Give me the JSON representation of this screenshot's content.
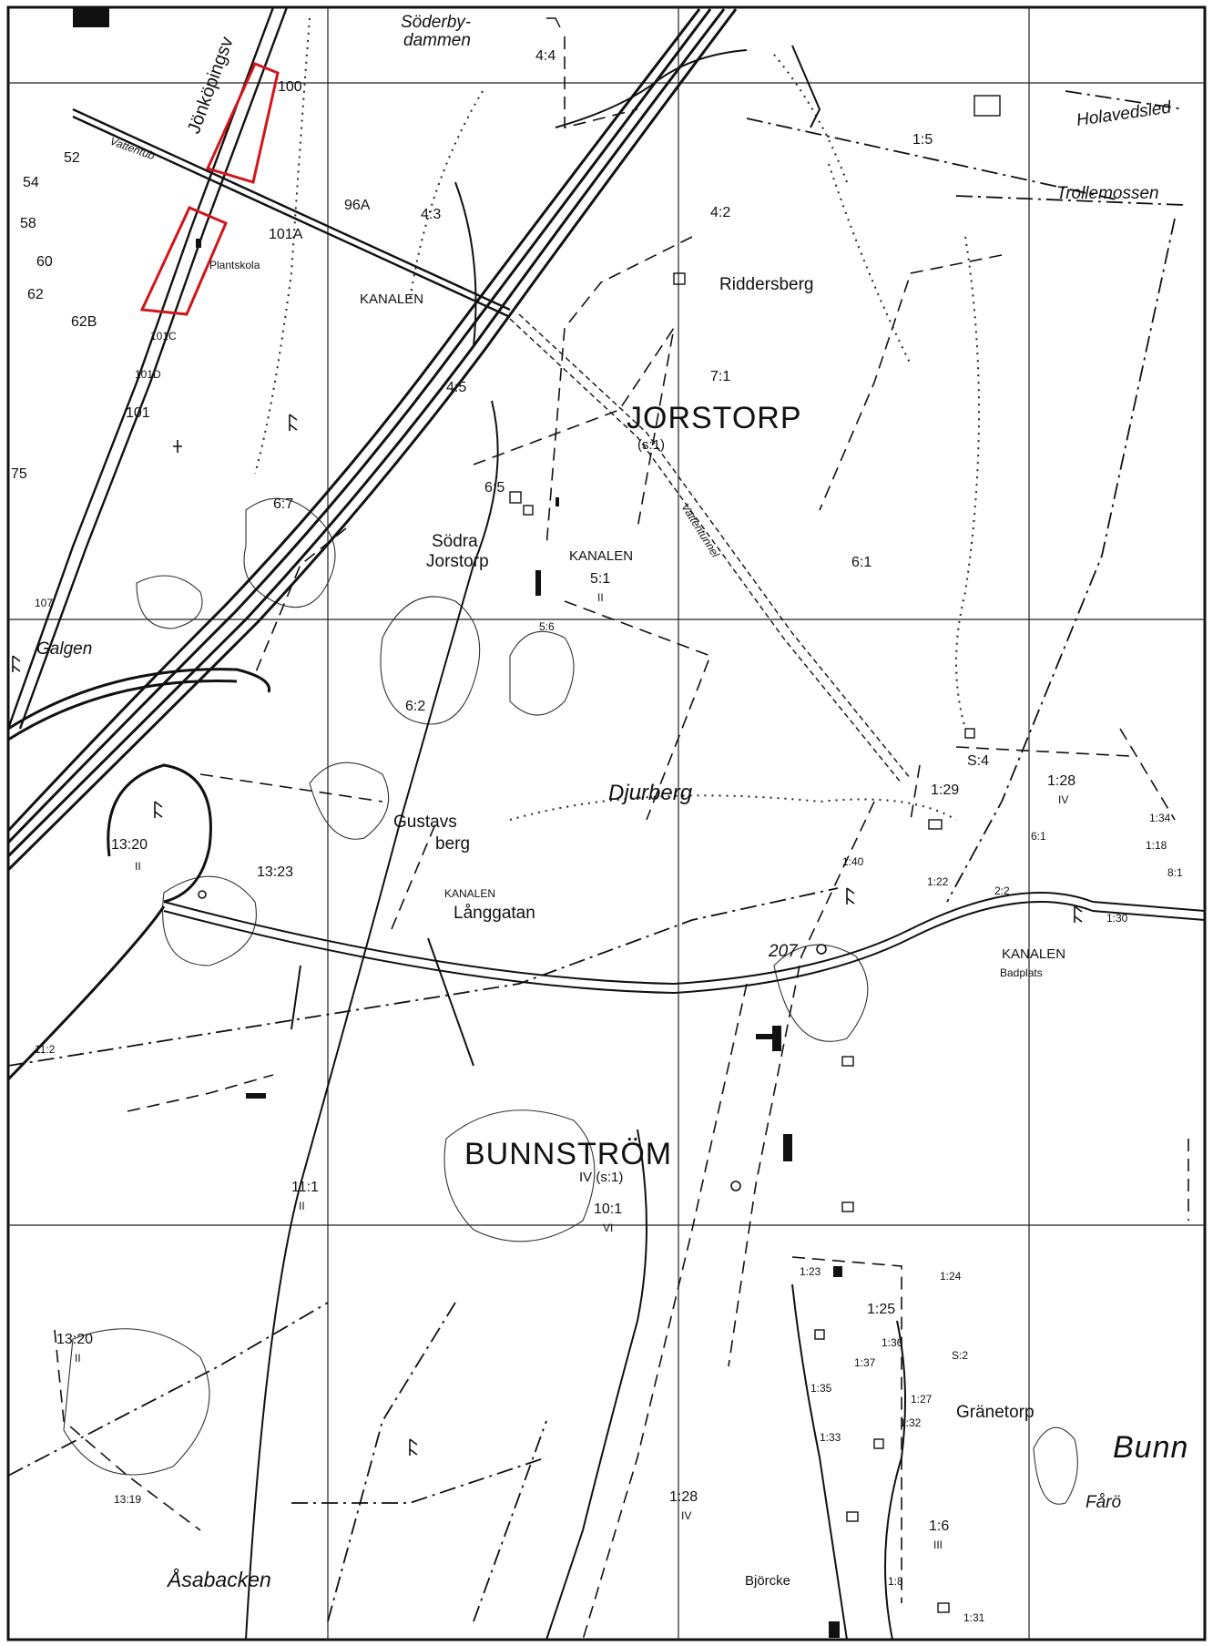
{
  "map": {
    "colors": {
      "ink": "#111111",
      "paper": "#ffffff",
      "highlight": "#d0161a"
    },
    "place_names": {
      "jorstorp": "JORSTORP",
      "jorstorp_sub": "(s:1)",
      "bunnstrom": "BUNNSTRÖM",
      "bunnstrom_sub": "IV (s:1)",
      "bunn": "Bunn",
      "djurberg": "Djurberg",
      "galgen": "Galgen",
      "asabacken": "Åsabacken",
      "faro": "Fårö",
      "soderbydammen_1": "Söderby-",
      "soderbydammen_2": "dammen",
      "holavedsleden": "Holavedsled",
      "trollemossen": "Trollemossen",
      "riddersberg": "Riddersberg",
      "sodra_1": "Södra",
      "sodra_2": "Jorstorp",
      "gustavsberg_1": "Gustavs",
      "gustavsberg_2": "berg",
      "langgatan": "Långgatan",
      "granetorp": "Gränetorp",
      "bjorkbacken": "Björcke",
      "badplats": "Badplats",
      "plantskola": "Plantskola",
      "vattentub": "Vattentub",
      "vattentunnel": "Vattentunnel",
      "jonkopingsv": "Jönköpingsv",
      "kanalen_1": "KANALEN",
      "kanalen_2": "KANALEN",
      "kanalen_3": "KANALEN",
      "road_207": "207",
      "kanalen_4": "KANALEN"
    },
    "parcels": {
      "p100": "100",
      "p52": "52",
      "p54": "54",
      "p58": "58",
      "p60": "60",
      "p62": "62",
      "p62b": "62B",
      "p75": "75",
      "p101": "101",
      "p101a": "101A",
      "p101c": "101C",
      "p101d": "101D",
      "p96a": "96A",
      "p4_4": "4:4",
      "p4_3": "4:3",
      "p4_2": "4:2",
      "p4_5": "4:5",
      "p1_5": "1:5",
      "p7_1": "7:1",
      "p6_7": "6:7",
      "p6_5": "6:5",
      "p5_1": "5:1",
      "p5_1_roman": "II",
      "p6_1": "6:1",
      "p6_2": "6:2",
      "p5_6": "5:6",
      "p13_20a": "13:20",
      "p13_20a_roman": "II",
      "p13_23": "13:23",
      "p11_1": "11:1",
      "p11_1_roman": "II",
      "p10_1": "10:1",
      "p10_1_roman": "VI",
      "p13_20b": "13:20",
      "p13_20b_roman": "II",
      "p13_19": "13:19",
      "p11_2": "11:2",
      "p1_28a": "1:28",
      "p1_28a_roman": "IV",
      "p1_29": "1:29",
      "p5_4": "S:4",
      "p1_34": "1:34",
      "p1_18": "1:18",
      "p8_1": "8:1",
      "p6_1b": "6:1",
      "p1_22": "1:22",
      "p1_30": "1:30",
      "p1_40": "1:40",
      "p2_2": "2:2",
      "p1_23": "1:23",
      "p1_24": "1:24",
      "p1_25": "1:25",
      "p1_36": "1:36",
      "p1_37": "1:37",
      "p1_35": "1:35",
      "p1_27": "1:27",
      "p1_32": "1:32",
      "p1_33": "1:33",
      "p1_28b": "1:28",
      "p1_28b_roman": "IV",
      "p1_6": "1:6",
      "p1_6_roman": "III",
      "p1_8": "1:8",
      "p1_31": "1:31",
      "p5_2": "S:2",
      "p107": "107"
    }
  }
}
